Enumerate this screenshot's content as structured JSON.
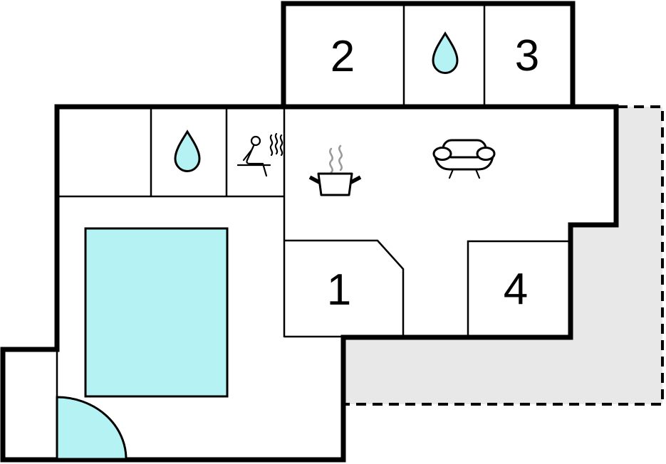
{
  "floorplan": {
    "rooms": [
      {
        "id": 1,
        "label": "1"
      },
      {
        "id": 2,
        "label": "2"
      },
      {
        "id": 3,
        "label": "3"
      },
      {
        "id": 4,
        "label": "4"
      }
    ],
    "icons": [
      {
        "name": "water-drop-icon",
        "location": "top-wing-bathroom"
      },
      {
        "name": "water-drop-icon",
        "location": "left-wing-bathroom"
      },
      {
        "name": "sauna-icon",
        "location": "left-wing"
      },
      {
        "name": "stove-pot-icon",
        "location": "kitchen"
      },
      {
        "name": "sofa-icon",
        "location": "living-room"
      }
    ],
    "colors": {
      "water": "#b5f2f4",
      "terrace": "#e8e8e8",
      "wall": "#000000",
      "steam_gray": "#9a9a9a",
      "background": "#ffffff"
    }
  }
}
